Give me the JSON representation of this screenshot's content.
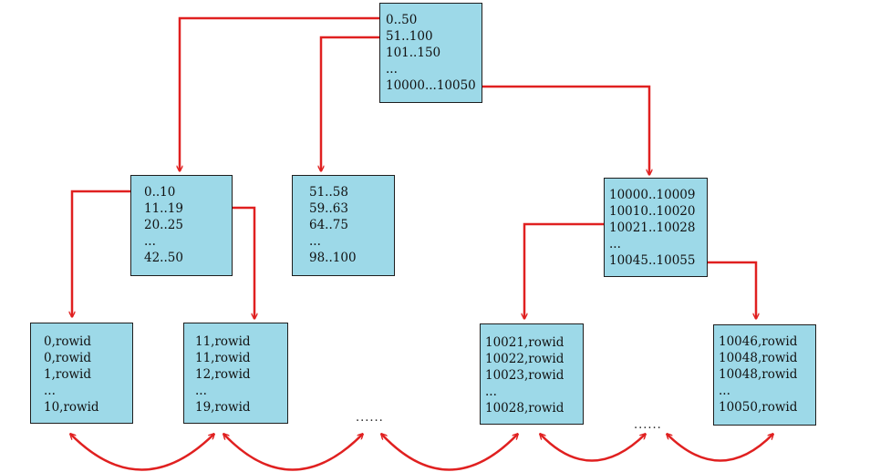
{
  "colors": {
    "node_fill": "#9dd9e8",
    "node_border": "#1e1e1e",
    "arrow": "#e02020",
    "text": "#111111"
  },
  "root": {
    "entries": [
      "0..50",
      "51..100",
      "101..150",
      "...",
      "10000...10050"
    ]
  },
  "branch_left": {
    "entries": [
      "0..10",
      "11..19",
      "20..25",
      "...",
      "42..50"
    ]
  },
  "branch_mid": {
    "entries": [
      "51..58",
      "59..63",
      "64..75",
      "...",
      "98..100"
    ]
  },
  "branch_right": {
    "entries": [
      "10000..10009",
      "10010..10020",
      "10021..10028",
      "...",
      "10045..10055"
    ]
  },
  "leaf_1": {
    "entries": [
      "0,rowid",
      "0,rowid",
      "1,rowid",
      "...",
      "10,rowid"
    ]
  },
  "leaf_2": {
    "entries": [
      "11,rowid",
      "11,rowid",
      "12,rowid",
      "...",
      "19,rowid"
    ]
  },
  "leaf_3": {
    "entries": [
      "10021,rowid",
      "10022,rowid",
      "10023,rowid",
      "...",
      "10028,rowid"
    ]
  },
  "leaf_4": {
    "entries": [
      "10046,rowid",
      "10048,rowid",
      "10048,rowid",
      "...",
      "10050,rowid"
    ]
  },
  "gaps": {
    "gap_1": "......",
    "gap_2": "......"
  }
}
